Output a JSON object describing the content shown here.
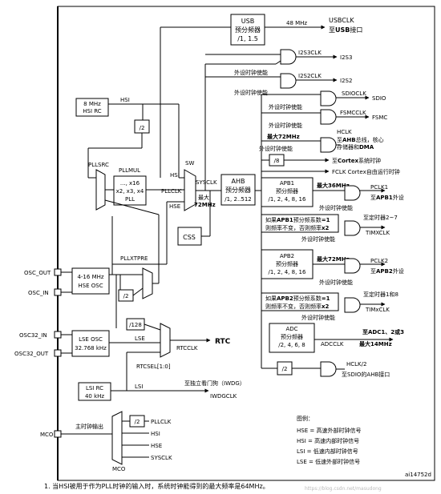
{
  "usb": {
    "l1": "USB",
    "l2": "预分频器",
    "l3": "/1, 1.5",
    "freq": "48 MHz",
    "out1": "USBCLK",
    "out2a": "至",
    "out2b": "USB",
    "out2c": "接口"
  },
  "hsi": {
    "l1": "8 MHz",
    "l2": "HSI RC",
    "wire": "HSI"
  },
  "div2": "/2",
  "pllsrc": "PLLSRC",
  "pllmul": {
    "l1": "PLLMUL",
    "l2": "..., x16",
    "l3": "x2, x3, x4",
    "l4": "PLL"
  },
  "sw": "SW",
  "mux_hsi": "HSI",
  "mux_pllclk": "PLLCLK",
  "mux_hse": "HSE",
  "sysclk": "SYSCLK",
  "max1": "最大",
  "max72": "72MHz",
  "ahb": {
    "l1": "AHB",
    "l2": "预分频器",
    "l3": "/1, 2..512"
  },
  "css": "CSS",
  "i2s3": {
    "clk": "I2S3CLK",
    "out": "I2S3",
    "en": "外设时钟使能"
  },
  "i2s2": {
    "clk": "I2S2CLK",
    "out": "I2S2",
    "en": "外设时钟使能"
  },
  "sdio": {
    "clk": "SDIOCLK",
    "out": "SDIO",
    "en": "外设时钟使能"
  },
  "fsmc": {
    "clk": "FSMCCLK",
    "out": "FSMC",
    "en": "外设时钟使能"
  },
  "hclk": {
    "l1": "HCLK",
    "l2a": "至",
    "l2b": "AHB",
    "l2c": "总线，核心",
    "l3a": "存储器和",
    "l3b": "DMA",
    "max": "最大72MHz",
    "en": "外设时钟使能"
  },
  "div8": "/8",
  "cortex_sys": {
    "a": "至",
    "b": "Cortex",
    "c": "系统时钟"
  },
  "fclk": "FCLK Cortex自由运行时钟",
  "apb1": {
    "l1": "APB1",
    "l2": "预分频器",
    "l3": "/1, 2, 4, 8, 16",
    "max": "最大36MHz",
    "out": "PCLK1",
    "dest_a": "至",
    "dest_b": "APB1",
    "dest_c": "外设",
    "en": "外设时钟使能"
  },
  "tim27": {
    "l1a": "如果",
    "l1b": "APB1",
    "l1c": "预分频系数",
    "l1d": "=1",
    "l2a": "则频率不变，否则频率",
    "l2b": "x2",
    "dest": "至定时器2~7",
    "clk": "TIMXCLK",
    "en": "外设时钟使能"
  },
  "apb2": {
    "l1": "APB2",
    "l2": "预分频器",
    "l3": "/1, 2, 4, 8, 16",
    "max": "最大72MHz",
    "out": "PCLK2",
    "dest_a": "至",
    "dest_b": "APB2",
    "dest_c": "外设",
    "en": "外设时钟使能"
  },
  "tim18": {
    "l1a": "如果",
    "l1b": "APB2",
    "l1c": "预分频系数",
    "l1d": "=1",
    "l2a": "则频率不变，否则频率",
    "l2b": "x2",
    "dest": "至定时器1和8",
    "clk": "TIMxCLK",
    "en": "外设时钟使能"
  },
  "adc": {
    "l1": "ADC",
    "l2": "预分频器",
    "l3": "/2, 4, 6, 8",
    "dest": "至ADC1、2或3",
    "clk": "ADCCLK",
    "max": "最大14MHz"
  },
  "sdio_ahb": {
    "div": "/2",
    "clk": "HCLK/2",
    "dest": "至SDIO的AHB接口"
  },
  "osc_out": "OSC_OUT",
  "osc_in": "OSC_IN",
  "hse_osc": {
    "l1": "4-16 MHz",
    "l2": "HSE OSC"
  },
  "pllxtpre": "PLLXTPRE",
  "div2b": "/2",
  "osc32_in": "OSC32_IN",
  "osc32_out": "OSC32_OUT",
  "lse_osc": {
    "l1": "LSE OSC",
    "l2": "32.768 kHz",
    "wire": "LSE"
  },
  "div128": "/128",
  "rtc": {
    "clk": "RTCCLK",
    "out": "RTC",
    "sel": "RTCSEL[1:0]"
  },
  "lsi": {
    "l1": "LSI RC",
    "l2": "40 kHz",
    "wire": "LSI",
    "dest": "至独立看门狗（IWDG）",
    "clk": "IWDGCLK"
  },
  "mco": {
    "pin": "MCO",
    "label": "主时钟输出",
    "div": "/2",
    "in1": "PLLCLK",
    "in2": "HSI",
    "in3": "HSE",
    "in4": "SYSCLK",
    "mux": "MCO"
  },
  "legend": {
    "title": "图例：",
    "hse": "HSE = 高速外部时钟信号",
    "hsi": "HSI = 高速内部时钟信号",
    "lsi": "LSI = 低速内部时钟信号",
    "lse": "LSE = 低速外部时钟信号"
  },
  "figid": "ai14752d",
  "footnote": "1. 当HSI被用于作为PLL时钟的输入时，系统时钟能得到的最大频率是64MHz。",
  "watermark": "https://blog.csdn.net/masudong"
}
